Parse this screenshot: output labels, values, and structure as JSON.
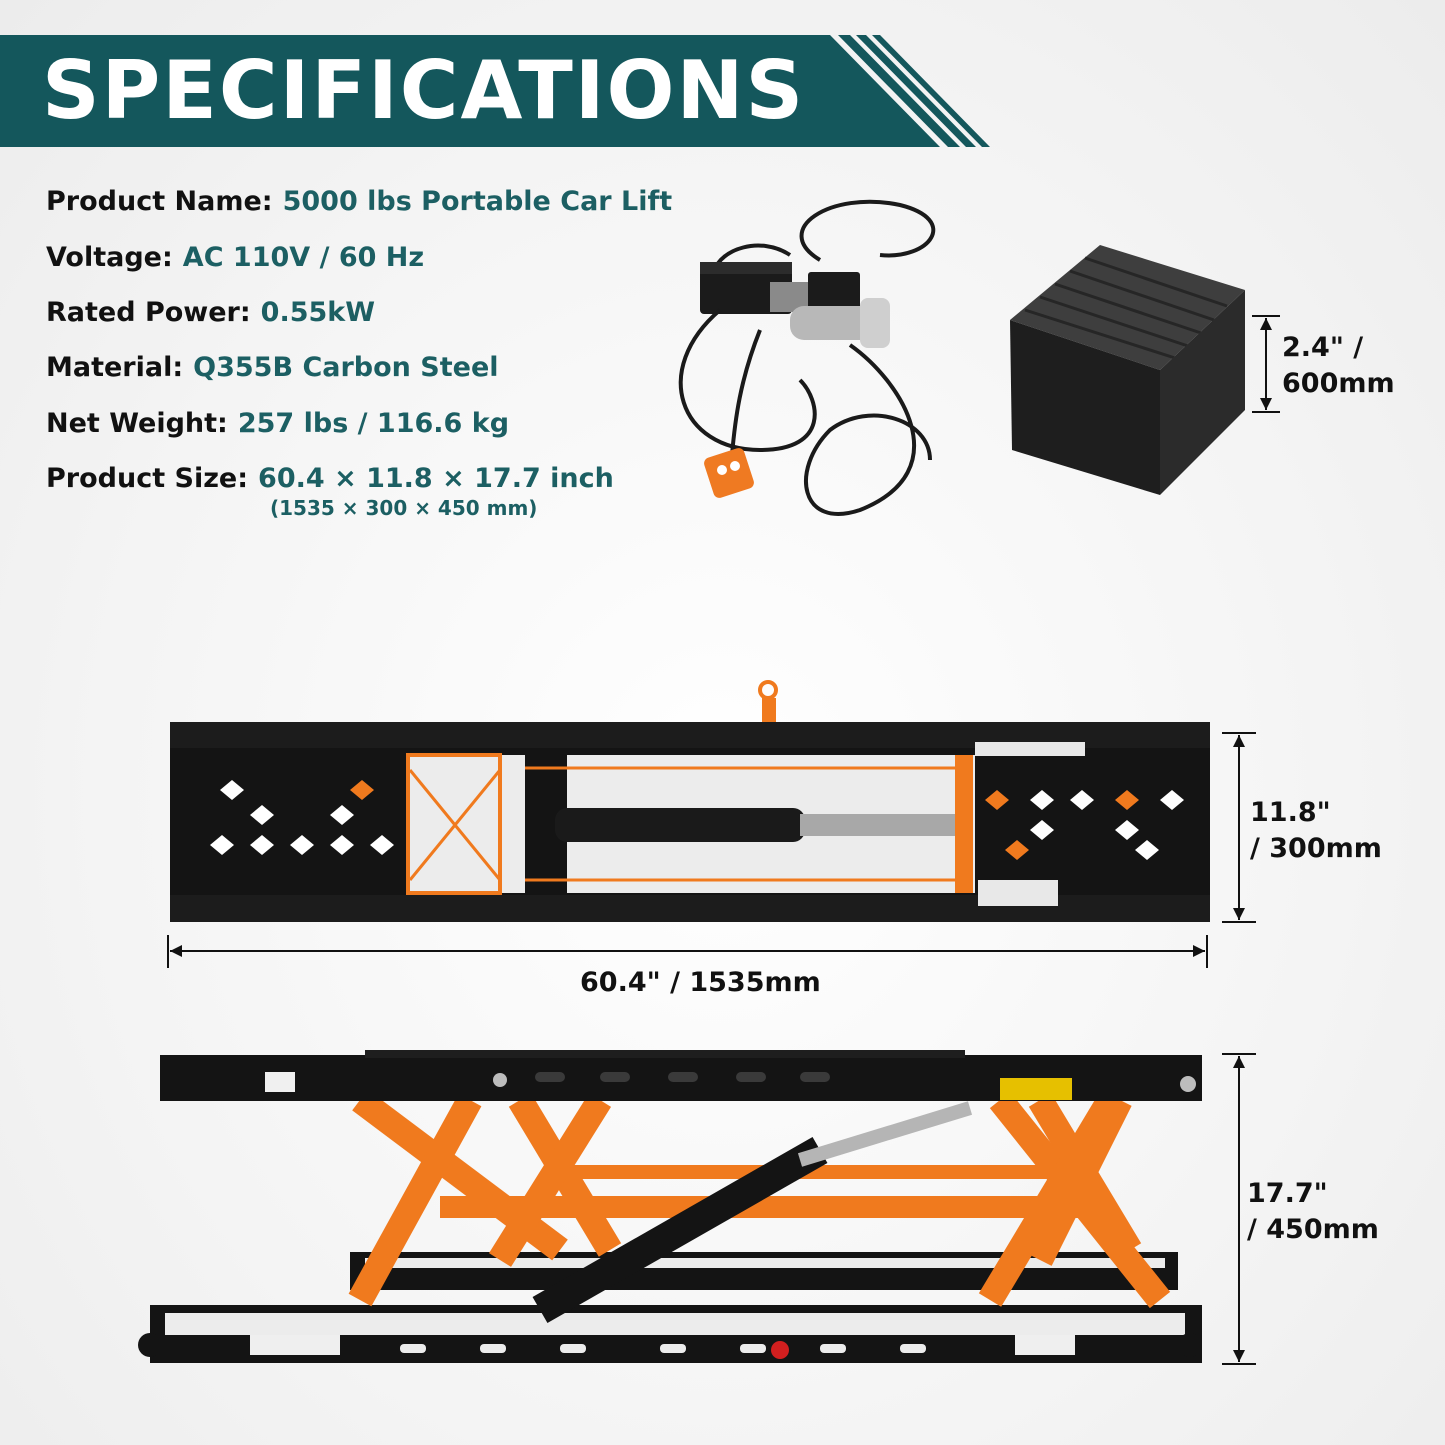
{
  "banner": {
    "title": "SPECIFICATIONS"
  },
  "specs": [
    {
      "label": "Product Name:",
      "value": "5000 lbs Portable Car Lift"
    },
    {
      "label": "Voltage:",
      "value": "AC 110V / 60 Hz"
    },
    {
      "label": "Rated Power:",
      "value": "0.55kW"
    },
    {
      "label": "Material:",
      "value": "Q355B Carbon Steel"
    },
    {
      "label": "Net Weight:",
      "value": "257 lbs / 116.6 kg"
    },
    {
      "label": "Product Size:",
      "value": "60.4 × 11.8 × 17.7 inch"
    }
  ],
  "size_metric": "(1535 × 300 × 450 mm)",
  "dimensions": {
    "pad_height": {
      "line1": "2.4\" /",
      "line2": "600mm"
    },
    "width": {
      "line1": "11.8\"",
      "line2": "/ 300mm"
    },
    "length": "60.4\" / 1535mm",
    "height": {
      "line1": "17.7\"",
      "line2": "/ 450mm"
    }
  },
  "colors": {
    "banner": "#14575c",
    "accent_text": "#1c5f63",
    "frame": "#141414",
    "scissor": "#f07a1e"
  }
}
